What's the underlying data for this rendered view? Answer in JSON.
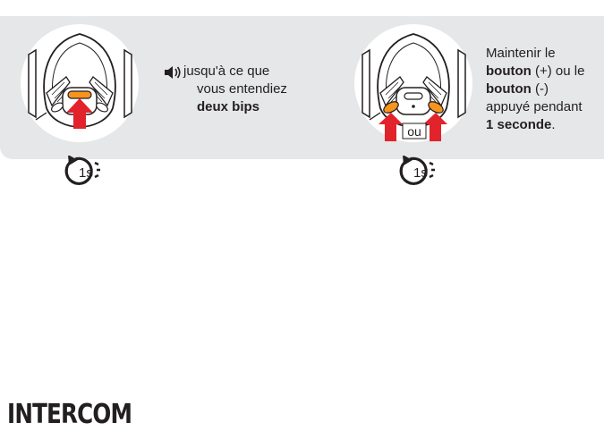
{
  "step_left": {
    "text_line1": "jusqu'à ce que",
    "text_line2": "vous entendiez",
    "text_bold": "deux bips",
    "timer_label": "1s"
  },
  "step_right": {
    "line1": "Maintenir le",
    "bold1": "bouton",
    "plain1": " (+) ou le",
    "bold2": "bouton",
    "plain2": " (-)",
    "line4": "appuyé pendant",
    "bold3": "1 seconde",
    "end3": ".",
    "or_label": "ou",
    "timer_label": "1s"
  },
  "section": {
    "title": "INTERCOM"
  },
  "colors": {
    "panel_bg": "#e6e7e8",
    "arrow_red": "#e2232b",
    "button_orange": "#f7941d",
    "text": "#231f20"
  }
}
